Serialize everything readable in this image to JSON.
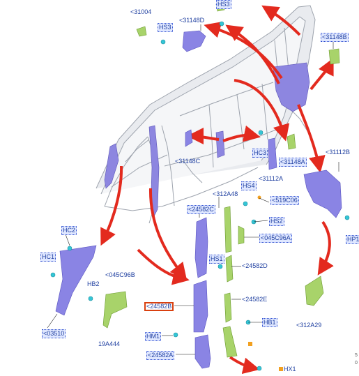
{
  "diagram": {
    "labels": {
      "p31004": "<31004",
      "hs3_top": "HS3",
      "hs3_left": "HS3",
      "p31148D": "<31148D",
      "p31148B": "<31148B",
      "p31148C": "<31148C",
      "hc3": "HC3",
      "p31148A": "<31148A",
      "p31112A": "<31112A",
      "p31112B": "<31112B",
      "hs4": "HS4",
      "p312A48": "<312A48",
      "p519C06": "<519C06",
      "p24582C": "<24582C",
      "hs2": "HS2",
      "p045C96A": "<045C96A",
      "hc2": "HC2",
      "hc1": "HC1",
      "hs1": "HS1",
      "p24582D": "<24582D",
      "p045C96B": "<045C96B",
      "hb2": "HB2",
      "p24582E": "<24582E",
      "p24582B": "<24582B",
      "hb1": "HB1",
      "p19A444": "19A444",
      "hm1": "HM1",
      "p03510": "<03510",
      "p24582A": "<24582A",
      "hx1": "HX1",
      "hp1": "HP1",
      "p312A29": "<312A29",
      "corner1": "5",
      "corner2": "0"
    }
  }
}
